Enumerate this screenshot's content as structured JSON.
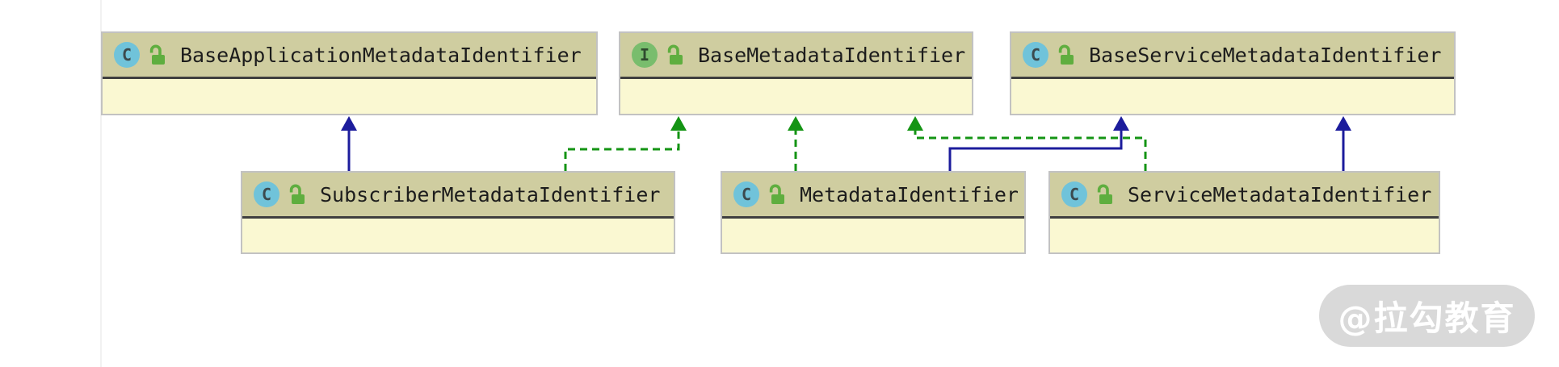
{
  "diagram": {
    "classes": [
      {
        "name": "BaseApplicationMetadataIdentifier",
        "kind": "class",
        "icon_letter": "C",
        "visibility": "public"
      },
      {
        "name": "BaseMetadataIdentifier",
        "kind": "interface",
        "icon_letter": "I",
        "visibility": "public"
      },
      {
        "name": "BaseServiceMetadataIdentifier",
        "kind": "class",
        "icon_letter": "C",
        "visibility": "public"
      },
      {
        "name": "SubscriberMetadataIdentifier",
        "kind": "class",
        "icon_letter": "C",
        "visibility": "public"
      },
      {
        "name": "MetadataIdentifier",
        "kind": "class",
        "icon_letter": "C",
        "visibility": "public"
      },
      {
        "name": "ServiceMetadataIdentifier",
        "kind": "class",
        "icon_letter": "C",
        "visibility": "public"
      }
    ],
    "relations": [
      {
        "from": "SubscriberMetadataIdentifier",
        "to": "BaseApplicationMetadataIdentifier",
        "type": "extends",
        "line": "solid",
        "color": "#1c1c9c"
      },
      {
        "from": "SubscriberMetadataIdentifier",
        "to": "BaseMetadataIdentifier",
        "type": "implements",
        "line": "dashed",
        "color": "#149414"
      },
      {
        "from": "MetadataIdentifier",
        "to": "BaseMetadataIdentifier",
        "type": "implements",
        "line": "dashed",
        "color": "#149414"
      },
      {
        "from": "ServiceMetadataIdentifier",
        "to": "BaseMetadataIdentifier",
        "type": "implements",
        "line": "dashed",
        "color": "#149414"
      },
      {
        "from": "MetadataIdentifier",
        "to": "BaseServiceMetadataIdentifier",
        "type": "extends",
        "line": "solid",
        "color": "#1c1c9c"
      },
      {
        "from": "ServiceMetadataIdentifier",
        "to": "BaseServiceMetadataIdentifier",
        "type": "extends",
        "line": "solid",
        "color": "#1c1c9c"
      }
    ]
  },
  "colors": {
    "node_header": "#cfcda0",
    "node_body": "#faf8d2",
    "node_border": "#c2c2c2",
    "header_separator": "#3f3f3f",
    "extends_arrow": "#1c1c9c",
    "implements_arrow": "#149414",
    "class_icon": "#70c3da",
    "interface_icon": "#79bd6d",
    "lock_icon": "#5fae3f",
    "watermark_bg": "#d9d9d9",
    "watermark_text_color": "#ffffff"
  },
  "watermark": {
    "text": "@拉勾教育"
  }
}
